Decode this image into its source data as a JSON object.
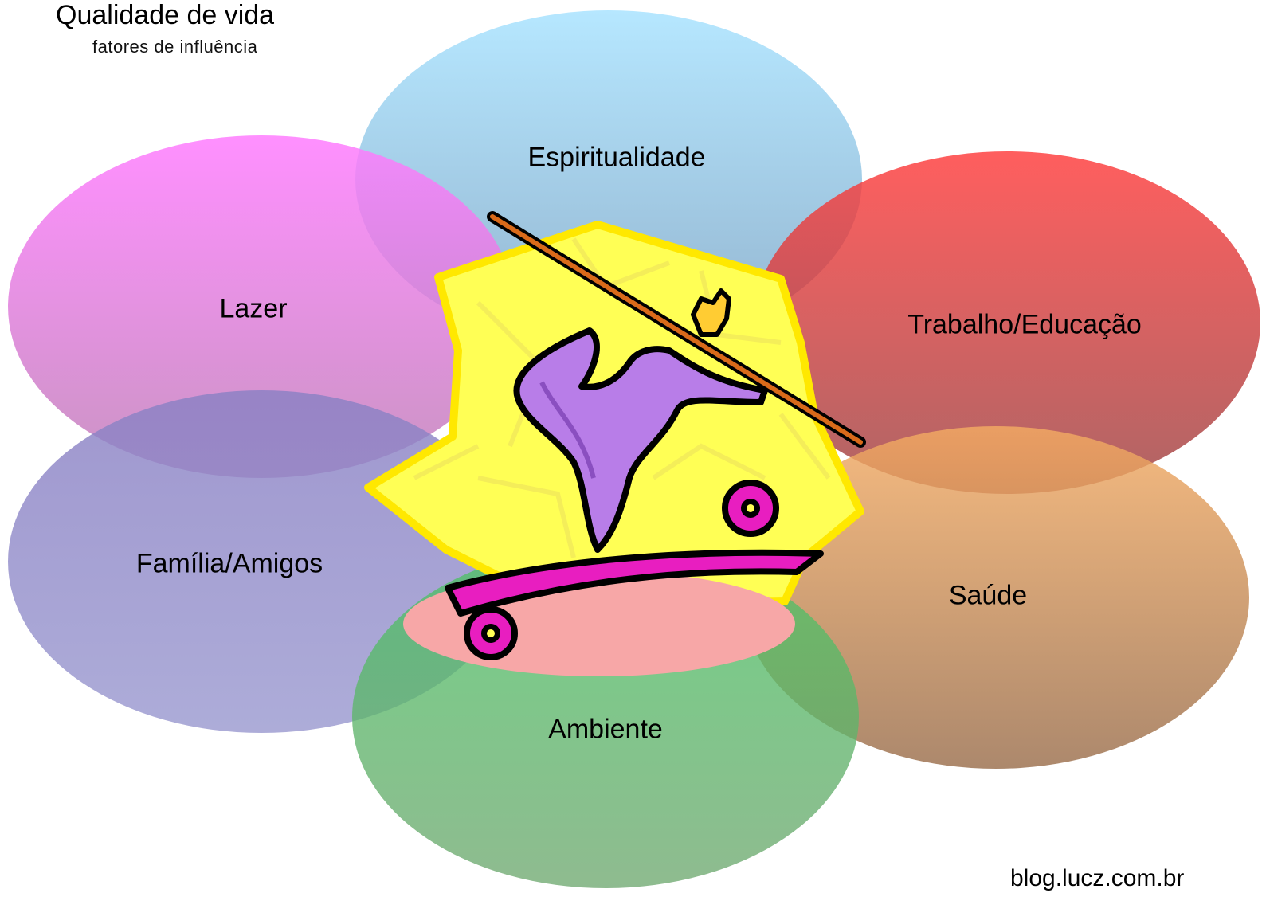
{
  "header": {
    "title": "Qualidade de vida",
    "subtitle": "fatores de influência"
  },
  "factors": [
    {
      "id": "espiritualidade",
      "label": "Espiritualidade",
      "color": "#8fd3f4"
    },
    {
      "id": "lazer",
      "label": "Lazer",
      "color": "#ff66ff"
    },
    {
      "id": "trabalho",
      "label": "Trabalho/Educação",
      "color": "#e02424"
    },
    {
      "id": "familia",
      "label": "Família/Amigos",
      "color": "#7d79bd"
    },
    {
      "id": "saude",
      "label": "Saúde",
      "color": "#e8893a"
    },
    {
      "id": "ambiente",
      "label": "Ambiente",
      "color": "#3f9e56"
    }
  ],
  "illustration": {
    "name": "skateboarder clipart",
    "colors": {
      "star": "#ffff33",
      "figure": "#b06ae0",
      "board": "#e020c0",
      "pole": "#d96a1a"
    }
  },
  "credit": "blog.lucz.com.br"
}
